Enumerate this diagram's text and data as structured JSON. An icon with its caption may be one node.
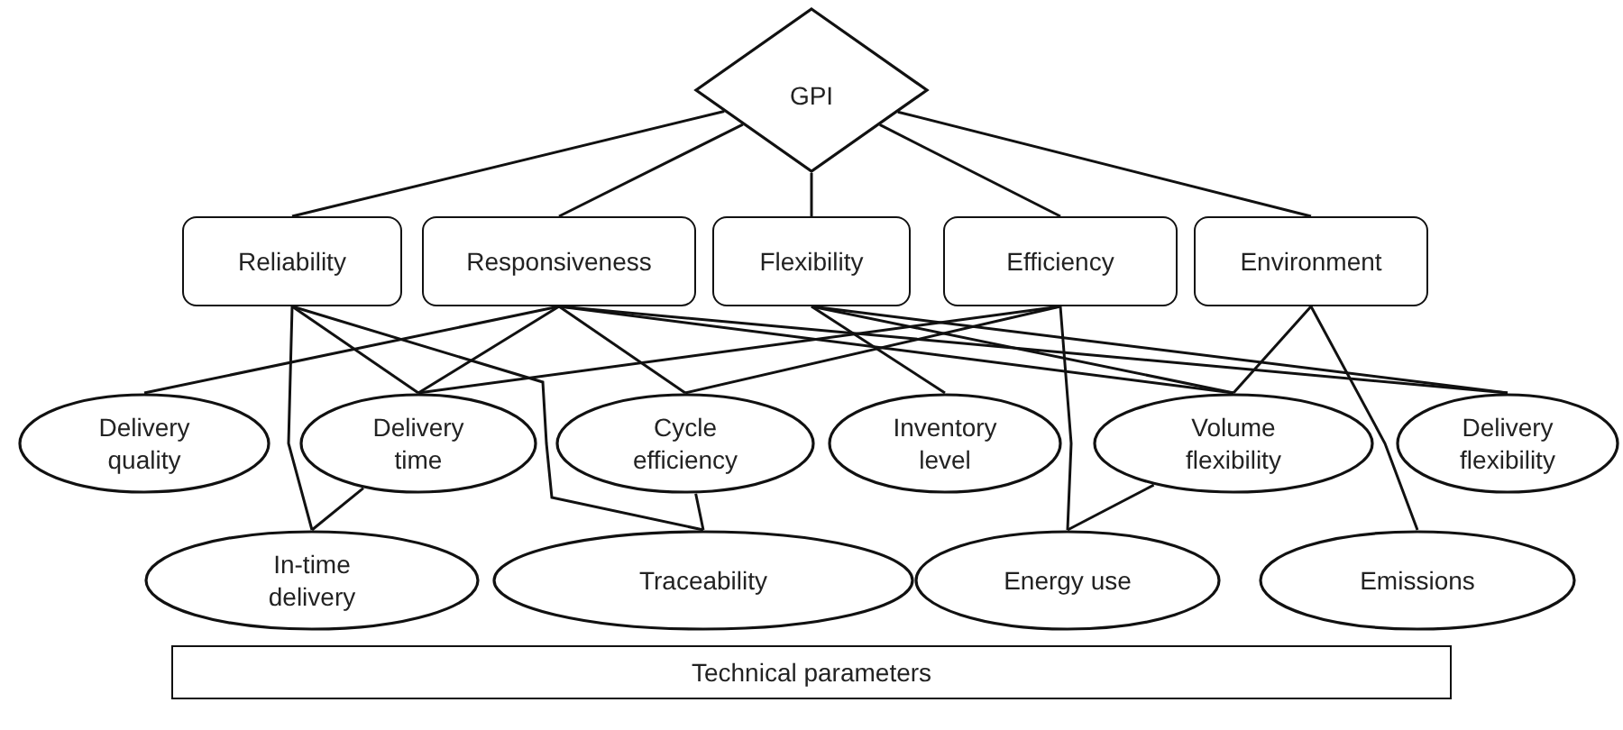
{
  "diagram": {
    "nodes": [
      {
        "text": [
          "GPI"
        ]
      },
      {
        "text": [
          "Reliability"
        ]
      },
      {
        "text": [
          "Responsiveness"
        ]
      },
      {
        "text": [
          "Flexibility"
        ]
      },
      {
        "text": [
          "Efficiency"
        ]
      },
      {
        "text": [
          "Environment"
        ]
      },
      {
        "text": [
          "Delivery quality"
        ]
      },
      {
        "text": [
          "Delivery time"
        ]
      },
      {
        "text": [
          "Cycle efficiency"
        ]
      },
      {
        "text": [
          "Inventory level"
        ]
      },
      {
        "text": [
          "Volume flexibility"
        ]
      },
      {
        "text": [
          "Delivery flexibility"
        ]
      },
      {
        "text": [
          "In-time delivery"
        ]
      },
      {
        "text": [
          "Traceability"
        ]
      },
      {
        "text": [
          "Energy use"
        ]
      },
      {
        "text": [
          "Emissions"
        ]
      },
      {
        "text": [
          "Technical parameters"
        ]
      }
    ],
    "edges": [
      {
        "from": 0,
        "to": 1,
        "arrow": "none"
      },
      {
        "from": 0,
        "to": 2,
        "arrow": "none"
      },
      {
        "from": 0,
        "to": 3,
        "arrow": "none"
      },
      {
        "from": 0,
        "to": 4,
        "arrow": "none"
      },
      {
        "from": 0,
        "to": 5,
        "arrow": "none"
      },
      {
        "from": 1,
        "to": 7,
        "arrow": "none"
      },
      {
        "from": 1,
        "to": 12,
        "arrow": "none"
      },
      {
        "from": 1,
        "to": 13,
        "arrow": "none"
      },
      {
        "from": 2,
        "to": 6,
        "arrow": "none"
      },
      {
        "from": 2,
        "to": 7,
        "arrow": "none"
      },
      {
        "from": 2,
        "to": 8,
        "arrow": "none"
      },
      {
        "from": 2,
        "to": 10,
        "arrow": "none"
      },
      {
        "from": 2,
        "to": 11,
        "arrow": "none"
      },
      {
        "from": 3,
        "to": 9,
        "arrow": "none"
      },
      {
        "from": 3,
        "to": 10,
        "arrow": "none"
      },
      {
        "from": 3,
        "to": 11,
        "arrow": "none"
      },
      {
        "from": 4,
        "to": 7,
        "arrow": "none"
      },
      {
        "from": 4,
        "to": 8,
        "arrow": "none"
      },
      {
        "from": 4,
        "to": 14,
        "arrow": "none"
      },
      {
        "from": 5,
        "to": 10,
        "arrow": "none"
      },
      {
        "from": 5,
        "to": 15,
        "arrow": "none"
      },
      {
        "from": 7,
        "to": 12,
        "arrow": "none"
      },
      {
        "from": 8,
        "to": 13,
        "arrow": "none"
      },
      {
        "from": 10,
        "to": 14,
        "arrow": "none"
      }
    ]
  }
}
